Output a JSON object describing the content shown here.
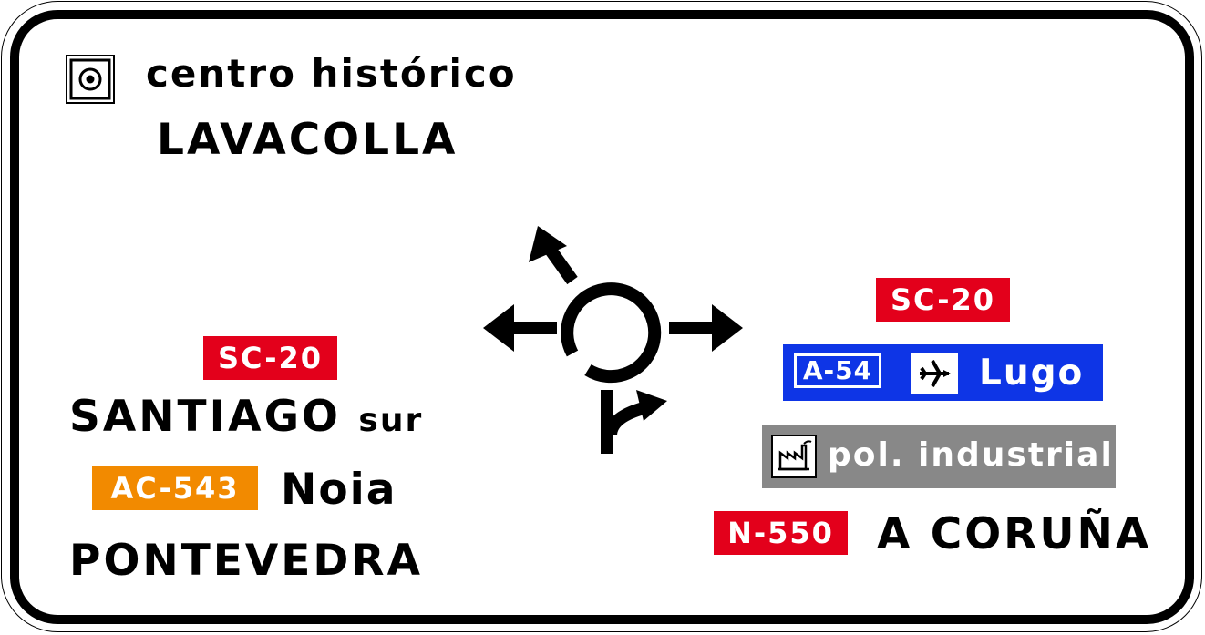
{
  "top": {
    "historic_icon": "historic-monument-icon",
    "historic_label": "centro histórico",
    "lavacolla": "LAVACOLLA"
  },
  "left": {
    "route_sc20": "SC-20",
    "santiago": "SANTIAGO",
    "santiago_suffix": "sur",
    "route_ac543": "AC-543",
    "noia": "Noia",
    "pontevedra": "PONTEVEDRA"
  },
  "right": {
    "route_sc20": "SC-20",
    "route_a54": "A-54",
    "airport_icon": "airplane-icon",
    "lugo": "Lugo",
    "industry_icon": "factory-icon",
    "industrial": "pol. industrial",
    "route_n550": "N-550",
    "coruna": "A CORUÑA"
  },
  "diagram": {
    "icon": "roundabout-arrows-icon"
  },
  "colors": {
    "red_route": "#e3001b",
    "orange_route": "#f28a00",
    "blue_motorway": "#0e35e6",
    "grey_industrial": "#888888"
  }
}
